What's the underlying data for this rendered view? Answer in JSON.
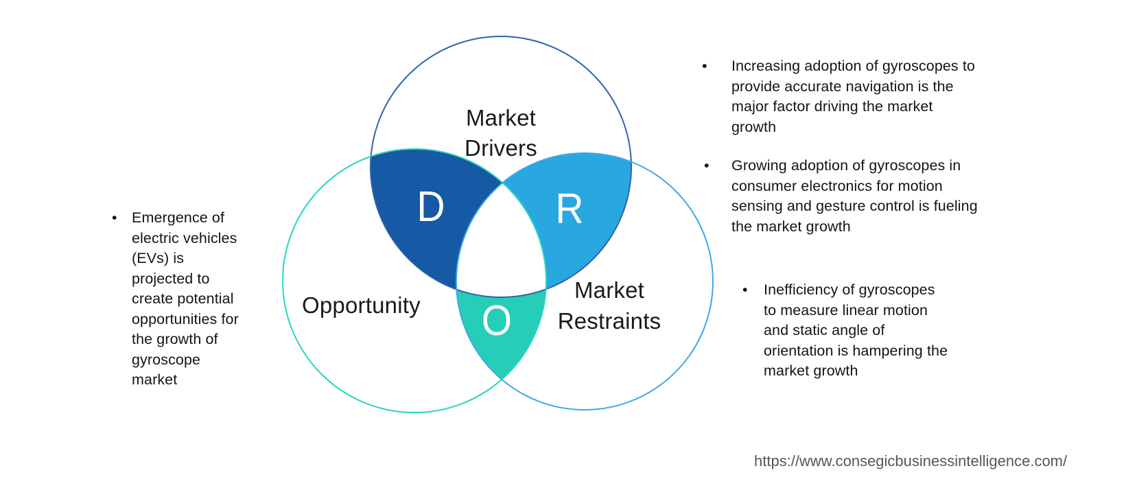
{
  "venn": {
    "drivers": {
      "label": "Market\nDrivers",
      "initial": "D",
      "lens_fill": "#1659A4",
      "circle_stroke": "#2D63AC"
    },
    "restraints": {
      "label": "Market\nRestraints",
      "initial": "R",
      "lens_fill": "#29A7E0",
      "circle_stroke": "#3BA7E8"
    },
    "opportunity": {
      "label": "Opportunity",
      "initial": "O",
      "lens_fill": "#26CEB8",
      "circle_stroke": "#2CD5BF"
    },
    "letter_color": "#ffffff",
    "label_color": "#1a1a1a"
  },
  "bullets": {
    "marker": "•",
    "left": [
      {
        "text": "Emergence of\nelectric vehicles\n(EVs) is\nprojected to\ncreate potential\nopportunities for\nthe growth of\ngyroscope\nmarket"
      }
    ],
    "right": [
      {
        "text": "Increasing adoption of gyroscopes to\nprovide accurate navigation is the\nmajor factor driving the market\ngrowth"
      },
      {
        "text": "Growing adoption of gyroscopes in\nconsumer electronics for motion\nsensing and gesture control is fueling\nthe market growth"
      },
      {
        "text": "Inefficiency of gyroscopes\nto measure linear motion\nand static angle of\norientation is hampering the\nmarket growth"
      }
    ]
  },
  "footer": {
    "url": "https://www.consegicbusinessintelligence.com/"
  }
}
